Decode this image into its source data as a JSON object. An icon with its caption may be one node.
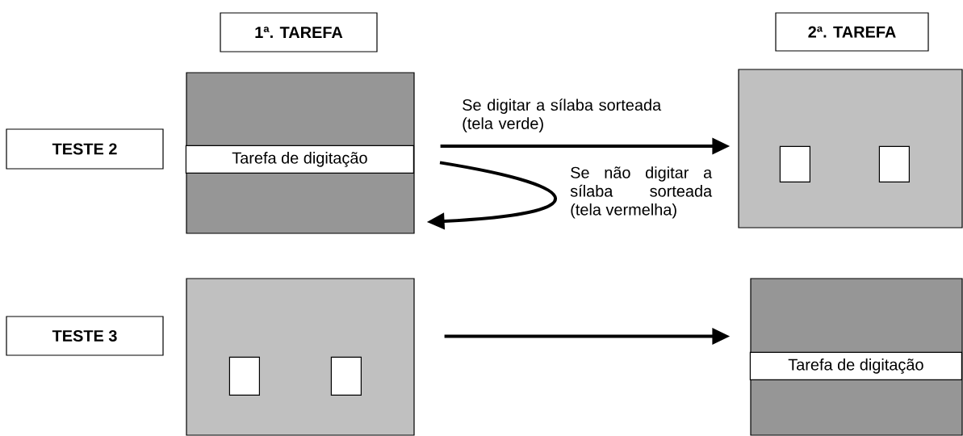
{
  "diagram": {
    "nodes": [
      {
        "text": [
          "1ª. TAREFA"
        ]
      },
      {
        "text": [
          "2ª. TAREFA"
        ]
      },
      {
        "text": [
          "TESTE 2"
        ]
      },
      {
        "text": [],
        "shape": "box"
      },
      {
        "text": [
          "Tarefa de digitação"
        ],
        "in": 3
      },
      {
        "text": [],
        "shape": "box"
      },
      {
        "text": [],
        "shape": "box",
        "in": 5
      },
      {
        "text": [],
        "shape": "box",
        "in": 5
      },
      {
        "text": [
          "TESTE 3"
        ]
      },
      {
        "text": [],
        "shape": "box"
      },
      {
        "text": [],
        "shape": "box",
        "in": 9
      },
      {
        "text": [],
        "shape": "box",
        "in": 9
      },
      {
        "text": [],
        "shape": "box"
      },
      {
        "text": [
          "Tarefa de digitação"
        ],
        "in": 12
      }
    ],
    "edges": [
      {
        "from": 3,
        "to": 5,
        "arrow": "to",
        "label": "Se digitar a sílaba sorteada (tela verde)"
      },
      {
        "from": 4,
        "to": 3,
        "arrow": "to",
        "label": "Se não digitar a sílaba sorteada (tela vermelha)"
      },
      {
        "from": 9,
        "to": 12,
        "arrow": "to"
      }
    ]
  }
}
